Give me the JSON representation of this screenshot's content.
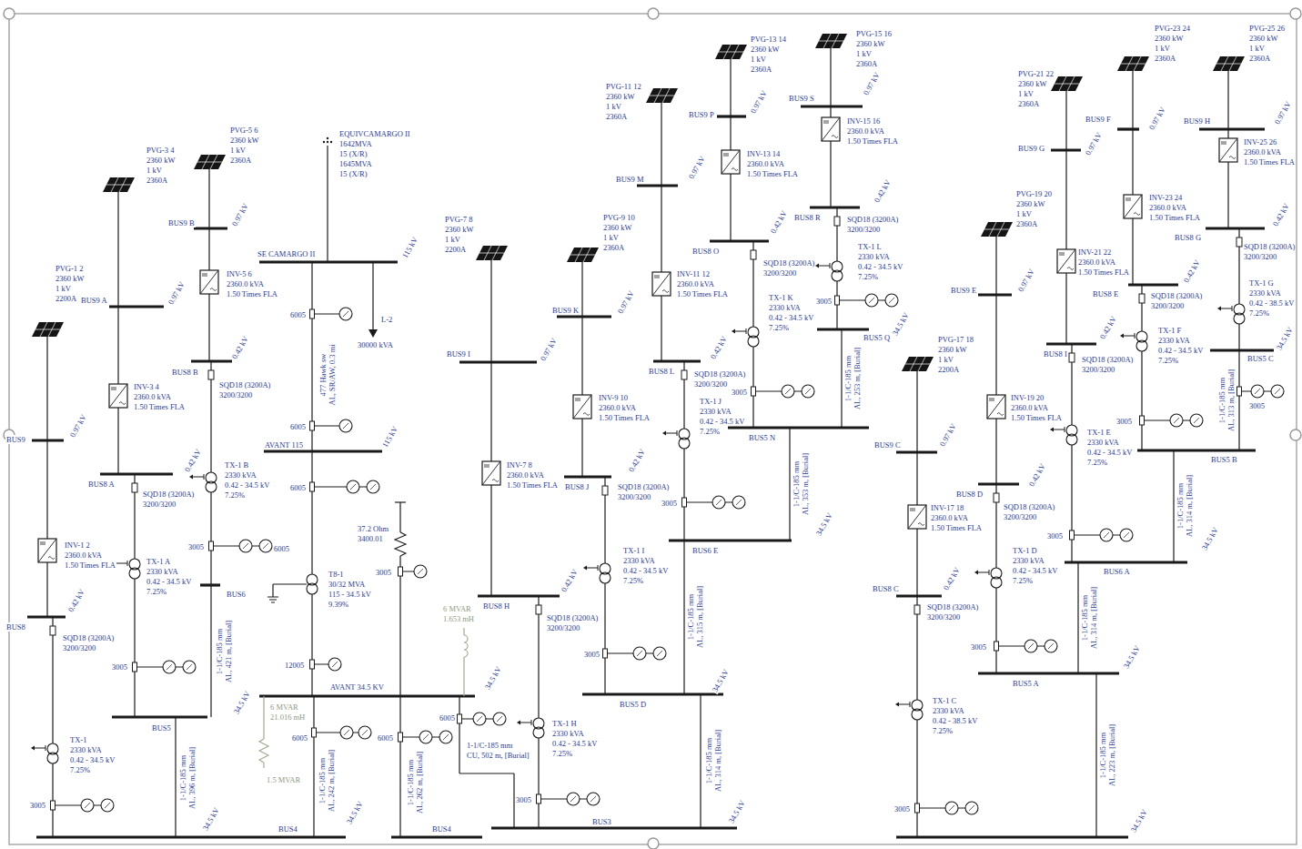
{
  "diagram": {
    "labels": [
      "PVG-1 2",
      "2360 kW",
      "1 kV",
      "2200A",
      "BUS9",
      "0.97 kV",
      "INV-1 2",
      "2360.0 kVA",
      "1.50 Times FLA",
      "BUS8",
      "0.42 kV",
      "SQD18 (3200A)",
      "3200/3200",
      "TX-1",
      "2330 kVA",
      "0.42 - 34.5 kV",
      "7.25%",
      "3005",
      "PVG-3 4",
      "2360 kW",
      "1 kV",
      "2360A",
      "BUS9 A",
      "0.97 kV",
      "INV-3 4",
      "2360.0 kVA",
      "1.50 Times FLA",
      "BUS8 A",
      "0.42 kV",
      "SQD18 (3200A)",
      "3200/3200",
      "TX-1 A",
      "2330 kVA",
      "0.42 - 34.5 kV",
      "7.25%",
      "3005",
      "BUS5",
      "1-1/C-185 mm",
      "AL, 396 m, [Burial]",
      "34.5 kV",
      "PVG-5 6",
      "2360 kW",
      "1 kV",
      "2360A",
      "BUS9 B",
      "0.97 kV",
      "INV-5 6",
      "2360.0 kVA",
      "1.50 Times FLA",
      "BUS8 B",
      "0.42 kV",
      "SQD18 (3200A)",
      "3200/3200",
      "TX-1 B",
      "2330 kVA",
      "0.42 - 34.5 kV",
      "7.25%",
      "3005",
      "BUS6",
      "1-1/C-185 mm",
      "AL, 421 m, [Burial]",
      "34.5 kV",
      "PVG-7 8",
      "2360 kW",
      "1 kV",
      "2200A",
      "BUS9 I",
      "0.97 kV",
      "INV-7 8",
      "2360.0 kVA",
      "1.50 Times FLA",
      "BUS8 H",
      "0.42 kV",
      "SQD18 (3200A)",
      "3200/3200",
      "TX-1 H",
      "2330 kVA",
      "0.42 - 34.5 kV",
      "7.25%",
      "3005",
      "BUS3",
      "PVG-9 10",
      "2360 kW",
      "1 kV",
      "2360A",
      "BUS9 K",
      "0.97 kV",
      "INV-9 10",
      "2360.0 kVA",
      "1.50 Times FLA",
      "BUS8 J",
      "0.42 kV",
      "SQD18 (3200A)",
      "3200/3200",
      "TX-1 I",
      "2330 kVA",
      "0.42 - 34.5 kV",
      "7.25%",
      "3005",
      "BUS5 D",
      "1-1/C-185 mm",
      "AL, 314 m, [Burial]",
      "34.5 kV",
      "PVG-11 12",
      "2360 kW",
      "1 kV",
      "2360A",
      "BUS9 M",
      "0.97 kV",
      "INV-11 12",
      "2360.0 kVA",
      "1.50 Times FLA",
      "BUS8 L",
      "0.42 kV",
      "SQD18 (3200A)",
      "3200/3200",
      "TX-1 J",
      "2330 kVA",
      "0.42 - 34.5 kV",
      "7.25%",
      "3005",
      "BUS6 E",
      "1-1/C-185 mm",
      "AL, 315 m, [Burial]",
      "34.5 kV",
      "PVG-13 14",
      "2360 kW",
      "1 kV",
      "2360A",
      "BUS9 P",
      "0.97 kV",
      "INV-13 14",
      "2360.0 kVA",
      "1.50 Times FLA",
      "BUS8 O",
      "0.42 kV",
      "SQD18 (3200A)",
      "3200/3200",
      "TX-1 K",
      "2330 kVA",
      "0.42 - 34.5 kV",
      "7.25%",
      "3005",
      "BUS5 N",
      "1-1/C-185 mm",
      "AL, 353 m, [Burial]",
      "34.5 kV",
      "PVG-15 16",
      "2360 kW",
      "1 kV",
      "2360A",
      "BUS9 S",
      "0.97 kV",
      "INV-15 16",
      "2360.0 kVA",
      "1.50 Times FLA",
      "BUS8 R",
      "0.42 kV",
      "SQD18 (3200A)",
      "3200/3200",
      "TX-1 L",
      "2330 kVA",
      "0.42 - 34.5 kV",
      "7.25%",
      "3005",
      "BUS5 Q",
      "1-1/C-185 mm",
      "AL, 253 m, [Burial]",
      "34.5 kV",
      "PVG-17 18",
      "2360 kW",
      "1 kV",
      "2200A",
      "BUS9 C",
      "0.97 kV",
      "INV-17 18",
      "2360.0 kVA",
      "1.50 Times FLA",
      "BUS8 C",
      "0.42 kV",
      "SQD18 (3200A)",
      "3200/3200",
      "TX-1 C",
      "2330 kVA",
      "0.42 - 38.5 kV",
      "7.25%",
      "3005",
      "PVG-19 20",
      "2360 kW",
      "1 kV",
      "2360A",
      "BUS9 E",
      "0.97 kV",
      "INV-19 20",
      "2360.0 kVA",
      "1.50 Times FLA",
      "BUS8 D",
      "0.42 kV",
      "SQD18 (3200A)",
      "3200/3200",
      "TX-1 D",
      "2330 kVA",
      "0.42 - 34.5 kV",
      "7.25%",
      "3005",
      "BUS5 A",
      "1-1/C-185 mm",
      "AL, 223 m, [Burial]",
      "34.5 kV",
      "PVG-21 22",
      "2360 kW",
      "1 kV",
      "2360A",
      "BUS9 G",
      "0.97 kV",
      "INV-21 22",
      "2360.0 kVA",
      "1.50 Times FLA",
      "BUS8 I",
      "0.42 kV",
      "SQD18 (3200A)",
      "3200/3200",
      "TX-1 E",
      "2330 kVA",
      "0.42 - 34.5 kV",
      "7.25%",
      "3005",
      "BUS6 A",
      "1-1/C-185 mm",
      "AL, 314 m, [Burial]",
      "34.5 kV",
      "PVG-23 24",
      "2360 kW",
      "1 kV",
      "2360A",
      "BUS9 F",
      "0.97 kV",
      "INV-23 24",
      "2360.0 kVA",
      "1.50 Times FLA",
      "BUS8 E",
      "0.42 kV",
      "SQD18 (3200A)",
      "3200/3200",
      "TX-1 F",
      "2330 kVA",
      "0.42 - 34.5 kV",
      "7.25%",
      "3005",
      "BUS5 B",
      "1-1/C-185 mm",
      "AL, 314 m, [Burial]",
      "34.5 kV",
      "PVG-25 26",
      "2360 kW",
      "1 kV",
      "2360A",
      "BUS9 H",
      "0.97 kV",
      "INV-25 26",
      "2360.0 kVA",
      "1.50 Times FLA",
      "BUS8 G",
      "0.42 kV",
      "SQD18 (3200A)",
      "3200/3200",
      "TX-1 G",
      "2330 kVA",
      "0.42 - 38.5 kV",
      "7.25%",
      "3005",
      "BUS5 C",
      "1-1/C-185 mm",
      "AL, 313 m, [Burial]",
      "34.5 kV",
      "EQUIVCAMARGO II",
      "1642MVA",
      "15 (X/R)",
      "1645MVA",
      "15 (X/R)",
      "SE CAMARGO II",
      "115 kV",
      "L-2",
      "30000 kVA",
      "6005",
      "477 Hawk sw",
      "AL, SR/AW, 0.3 mi",
      "6005",
      "AVANT 115",
      "115 kV",
      "6005",
      "T8-1",
      "30/32 MVA",
      "115 - 34.5 kV",
      "9.39%",
      "12005",
      "AVANT 34.5 KV",
      "6 MVAR",
      "21.016 mH",
      "1.5 MVAR",
      "6005",
      "1-1/C-185 mm",
      "AL, 242 m, [Burial]",
      "34.5 kV",
      "BUS4",
      "37.2 Ohm",
      "3400.01",
      "3005",
      "6005",
      "1-1/C-185 mm",
      "AL, 262 m, [Burial]",
      "BUS4",
      "6 MVAR",
      "1.653 mH",
      "34.5 kV",
      "6005",
      "1-1/C-185 mm",
      "CU, 502 m, [Burial]",
      "6005"
    ]
  }
}
